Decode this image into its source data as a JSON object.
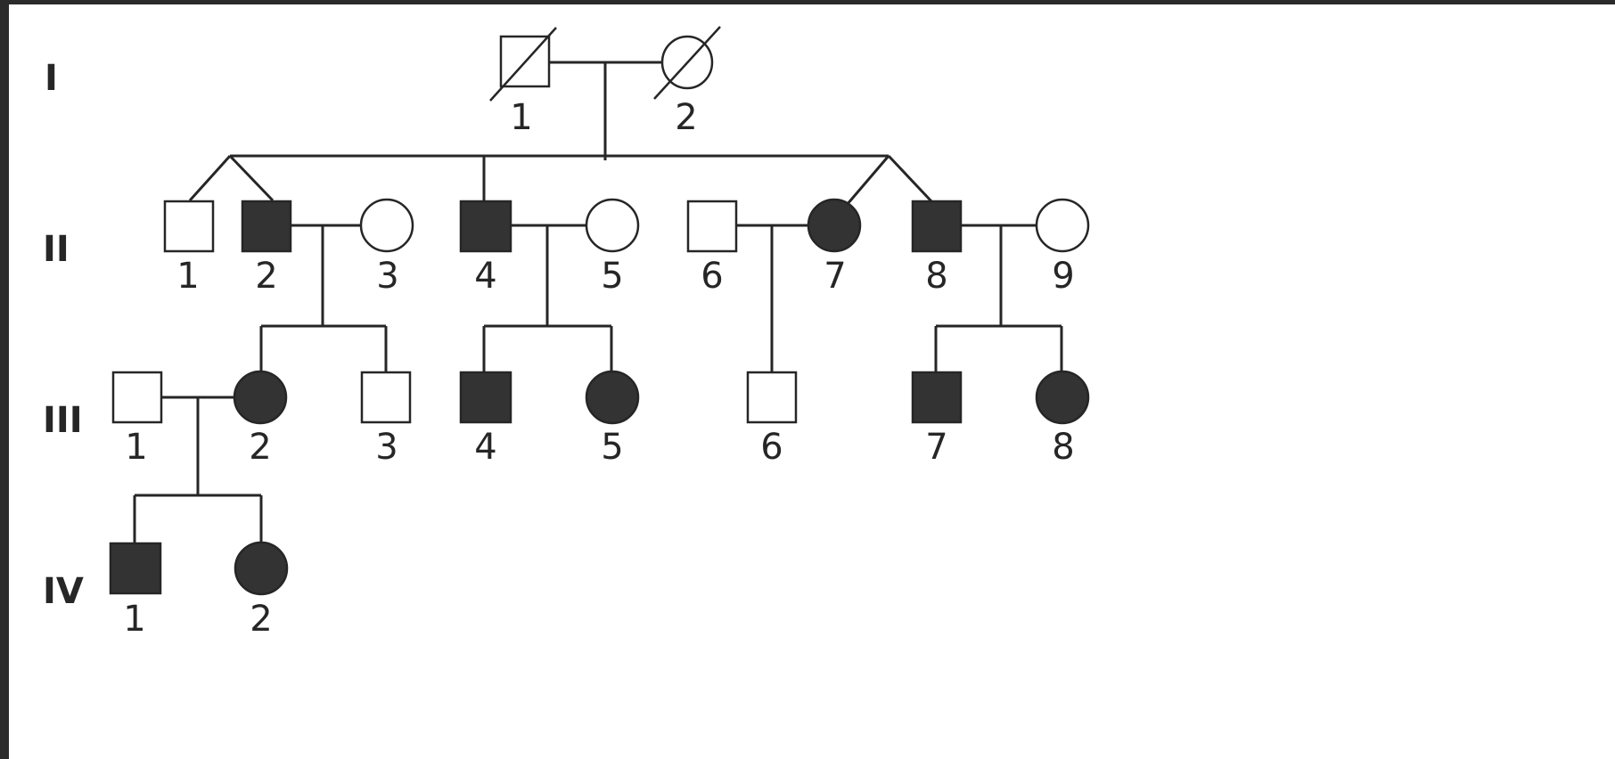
{
  "colors": {
    "affected": "#333333",
    "unaffected": "#ffffff",
    "line": "#262626",
    "frame": "#2b2b2b"
  },
  "generations": [
    {
      "label": "I",
      "individuals": [
        {
          "number": "1",
          "sex": "male",
          "affected": false,
          "deceased": true
        },
        {
          "number": "2",
          "sex": "female",
          "affected": false,
          "deceased": true
        }
      ]
    },
    {
      "label": "II",
      "individuals": [
        {
          "number": "1",
          "sex": "male",
          "affected": false,
          "twin": "dizygotic-pair-a"
        },
        {
          "number": "2",
          "sex": "male",
          "affected": true,
          "twin": "dizygotic-pair-a"
        },
        {
          "number": "3",
          "sex": "female",
          "affected": false
        },
        {
          "number": "4",
          "sex": "male",
          "affected": true
        },
        {
          "number": "5",
          "sex": "female",
          "affected": false
        },
        {
          "number": "6",
          "sex": "male",
          "affected": false
        },
        {
          "number": "7",
          "sex": "female",
          "affected": true,
          "twin": "dizygotic-pair-b"
        },
        {
          "number": "8",
          "sex": "male",
          "affected": true,
          "twin": "dizygotic-pair-b"
        },
        {
          "number": "9",
          "sex": "female",
          "affected": false
        }
      ]
    },
    {
      "label": "III",
      "individuals": [
        {
          "number": "1",
          "sex": "male",
          "affected": false
        },
        {
          "number": "2",
          "sex": "female",
          "affected": true
        },
        {
          "number": "3",
          "sex": "male",
          "affected": false
        },
        {
          "number": "4",
          "sex": "male",
          "affected": true
        },
        {
          "number": "5",
          "sex": "female",
          "affected": true
        },
        {
          "number": "6",
          "sex": "male",
          "affected": false
        },
        {
          "number": "7",
          "sex": "male",
          "affected": true
        },
        {
          "number": "8",
          "sex": "female",
          "affected": true
        }
      ]
    },
    {
      "label": "IV",
      "individuals": [
        {
          "number": "1",
          "sex": "male",
          "affected": true
        },
        {
          "number": "2",
          "sex": "female",
          "affected": true
        }
      ]
    }
  ],
  "matings": [
    {
      "partners": [
        "I-1",
        "I-2"
      ],
      "children": [
        "II-1",
        "II-2",
        "II-4",
        "II-7",
        "II-8"
      ]
    },
    {
      "partners": [
        "II-2",
        "II-3"
      ],
      "children": [
        "III-2",
        "III-3"
      ]
    },
    {
      "partners": [
        "II-4",
        "II-5"
      ],
      "children": [
        "III-4",
        "III-5"
      ]
    },
    {
      "partners": [
        "II-6",
        "II-7"
      ],
      "children": [
        "III-6"
      ]
    },
    {
      "partners": [
        "II-8",
        "II-9"
      ],
      "children": [
        "III-7",
        "III-8"
      ]
    },
    {
      "partners": [
        "III-1",
        "III-2"
      ],
      "children": [
        "IV-1",
        "IV-2"
      ]
    }
  ]
}
